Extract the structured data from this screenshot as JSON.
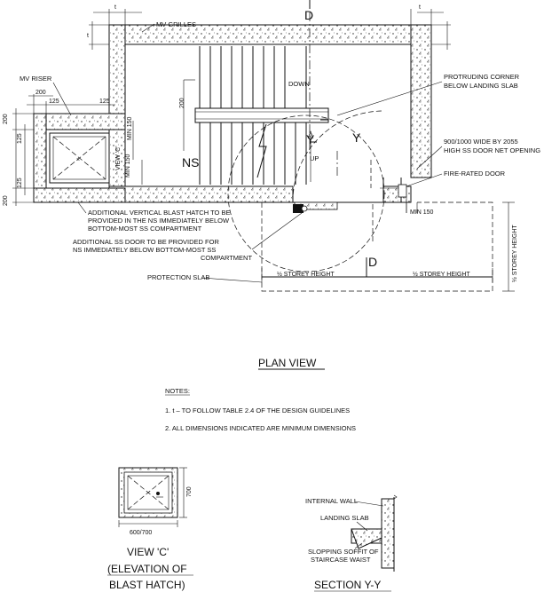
{
  "labels": {
    "mv_grilles": "MV GRILLES",
    "mv_riser": "MV RISER",
    "down": "DOWN",
    "up": "UP",
    "ns": "NS",
    "view_c_tag": "VIEW 'C'",
    "min_150_a": "MIN 150",
    "min_150_b": "MIN 150",
    "min_150_c": "MIN 150",
    "protruding": [
      "PROTRUDING CORNER",
      "BELOW LANDING SLAB"
    ],
    "door_size": [
      "900/1000 WIDE BY 2055",
      "HIGH SS DOOR NET OPENING"
    ],
    "fire_door": "FIRE-RATED DOOR",
    "blast_hatch": [
      "ADDITIONAL VERTICAL BLAST HATCH TO BE",
      "PROVIDED IN THE NS IMMEDIATELY BELOW",
      "BOTTOM-MOST SS COMPARTMENT"
    ],
    "ss_door": [
      "ADDITIONAL SS DOOR TO BE PROVIDED FOR",
      "NS IMMEDIATELY BELOW BOTTOM-MOST SS",
      "COMPARTMENT"
    ],
    "protection_slab": "PROTECTION SLAB",
    "half_storey_1": "½ STOREY HEIGHT",
    "half_storey_2": "½ STOREY HEIGHT",
    "half_storey_v": "½ STOREY HEIGHT",
    "section_d1": "D",
    "section_d2": "D",
    "section_y1": "Y",
    "section_y2": "Y",
    "t1": "t",
    "t2": "t",
    "t3": "t",
    "dim_200_a": "200",
    "dim_125_a": "125",
    "dim_125_b": "125",
    "dim_200_b": "200",
    "dim_125_c": "125",
    "dim_125_d": "125",
    "dim_200_c": "200",
    "dim_200_d": "200",
    "dim_700": "700",
    "dim_600_700": "600/700"
  },
  "plan_title": "PLAN VIEW",
  "notes": {
    "heading": "NOTES:",
    "items": [
      "1. t – TO FOLLOW TABLE 2.4 OF THE DESIGN GUIDELINES",
      "2. ALL DIMENSIONS INDICATED ARE MINIMUM DIMENSIONS"
    ]
  },
  "view_c": {
    "title": [
      "VIEW 'C'",
      "(ELEVATION OF",
      "BLAST HATCH)"
    ]
  },
  "section_yy": {
    "title": "SECTION Y-Y",
    "internal_wall": "INTERNAL WALL",
    "landing_slab": "LANDING SLAB",
    "soffit": [
      "SLOPPING SOFFIT OF",
      "STAIRCASE WAIST"
    ]
  }
}
